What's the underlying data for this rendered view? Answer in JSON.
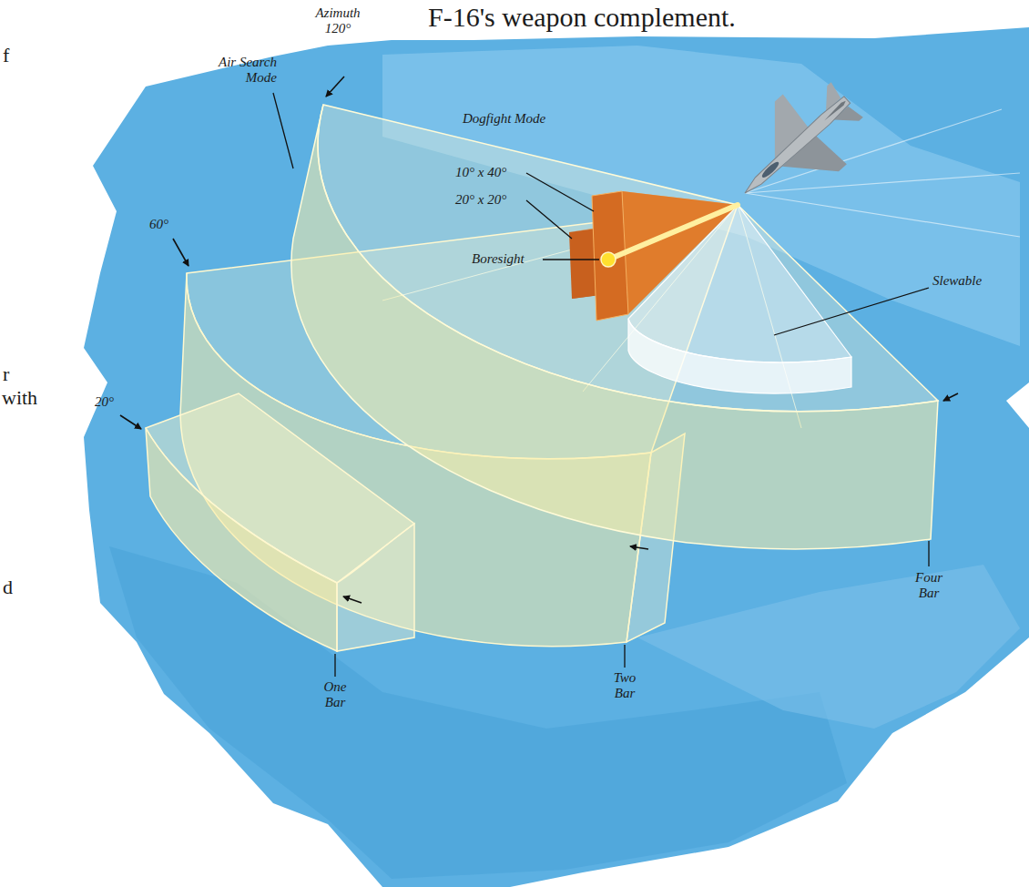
{
  "diagram": {
    "labels": [
      "F-16's weapon complement.",
      "Azimuth 120°",
      "Air Search Mode",
      "Dogfight Mode",
      "10° x 40°",
      "20° x 20°",
      "Boresight",
      "Slewable",
      "60°",
      "20°",
      "Four Bar",
      "Two Bar",
      "One Bar",
      "f",
      "r",
      "with",
      "d"
    ]
  }
}
